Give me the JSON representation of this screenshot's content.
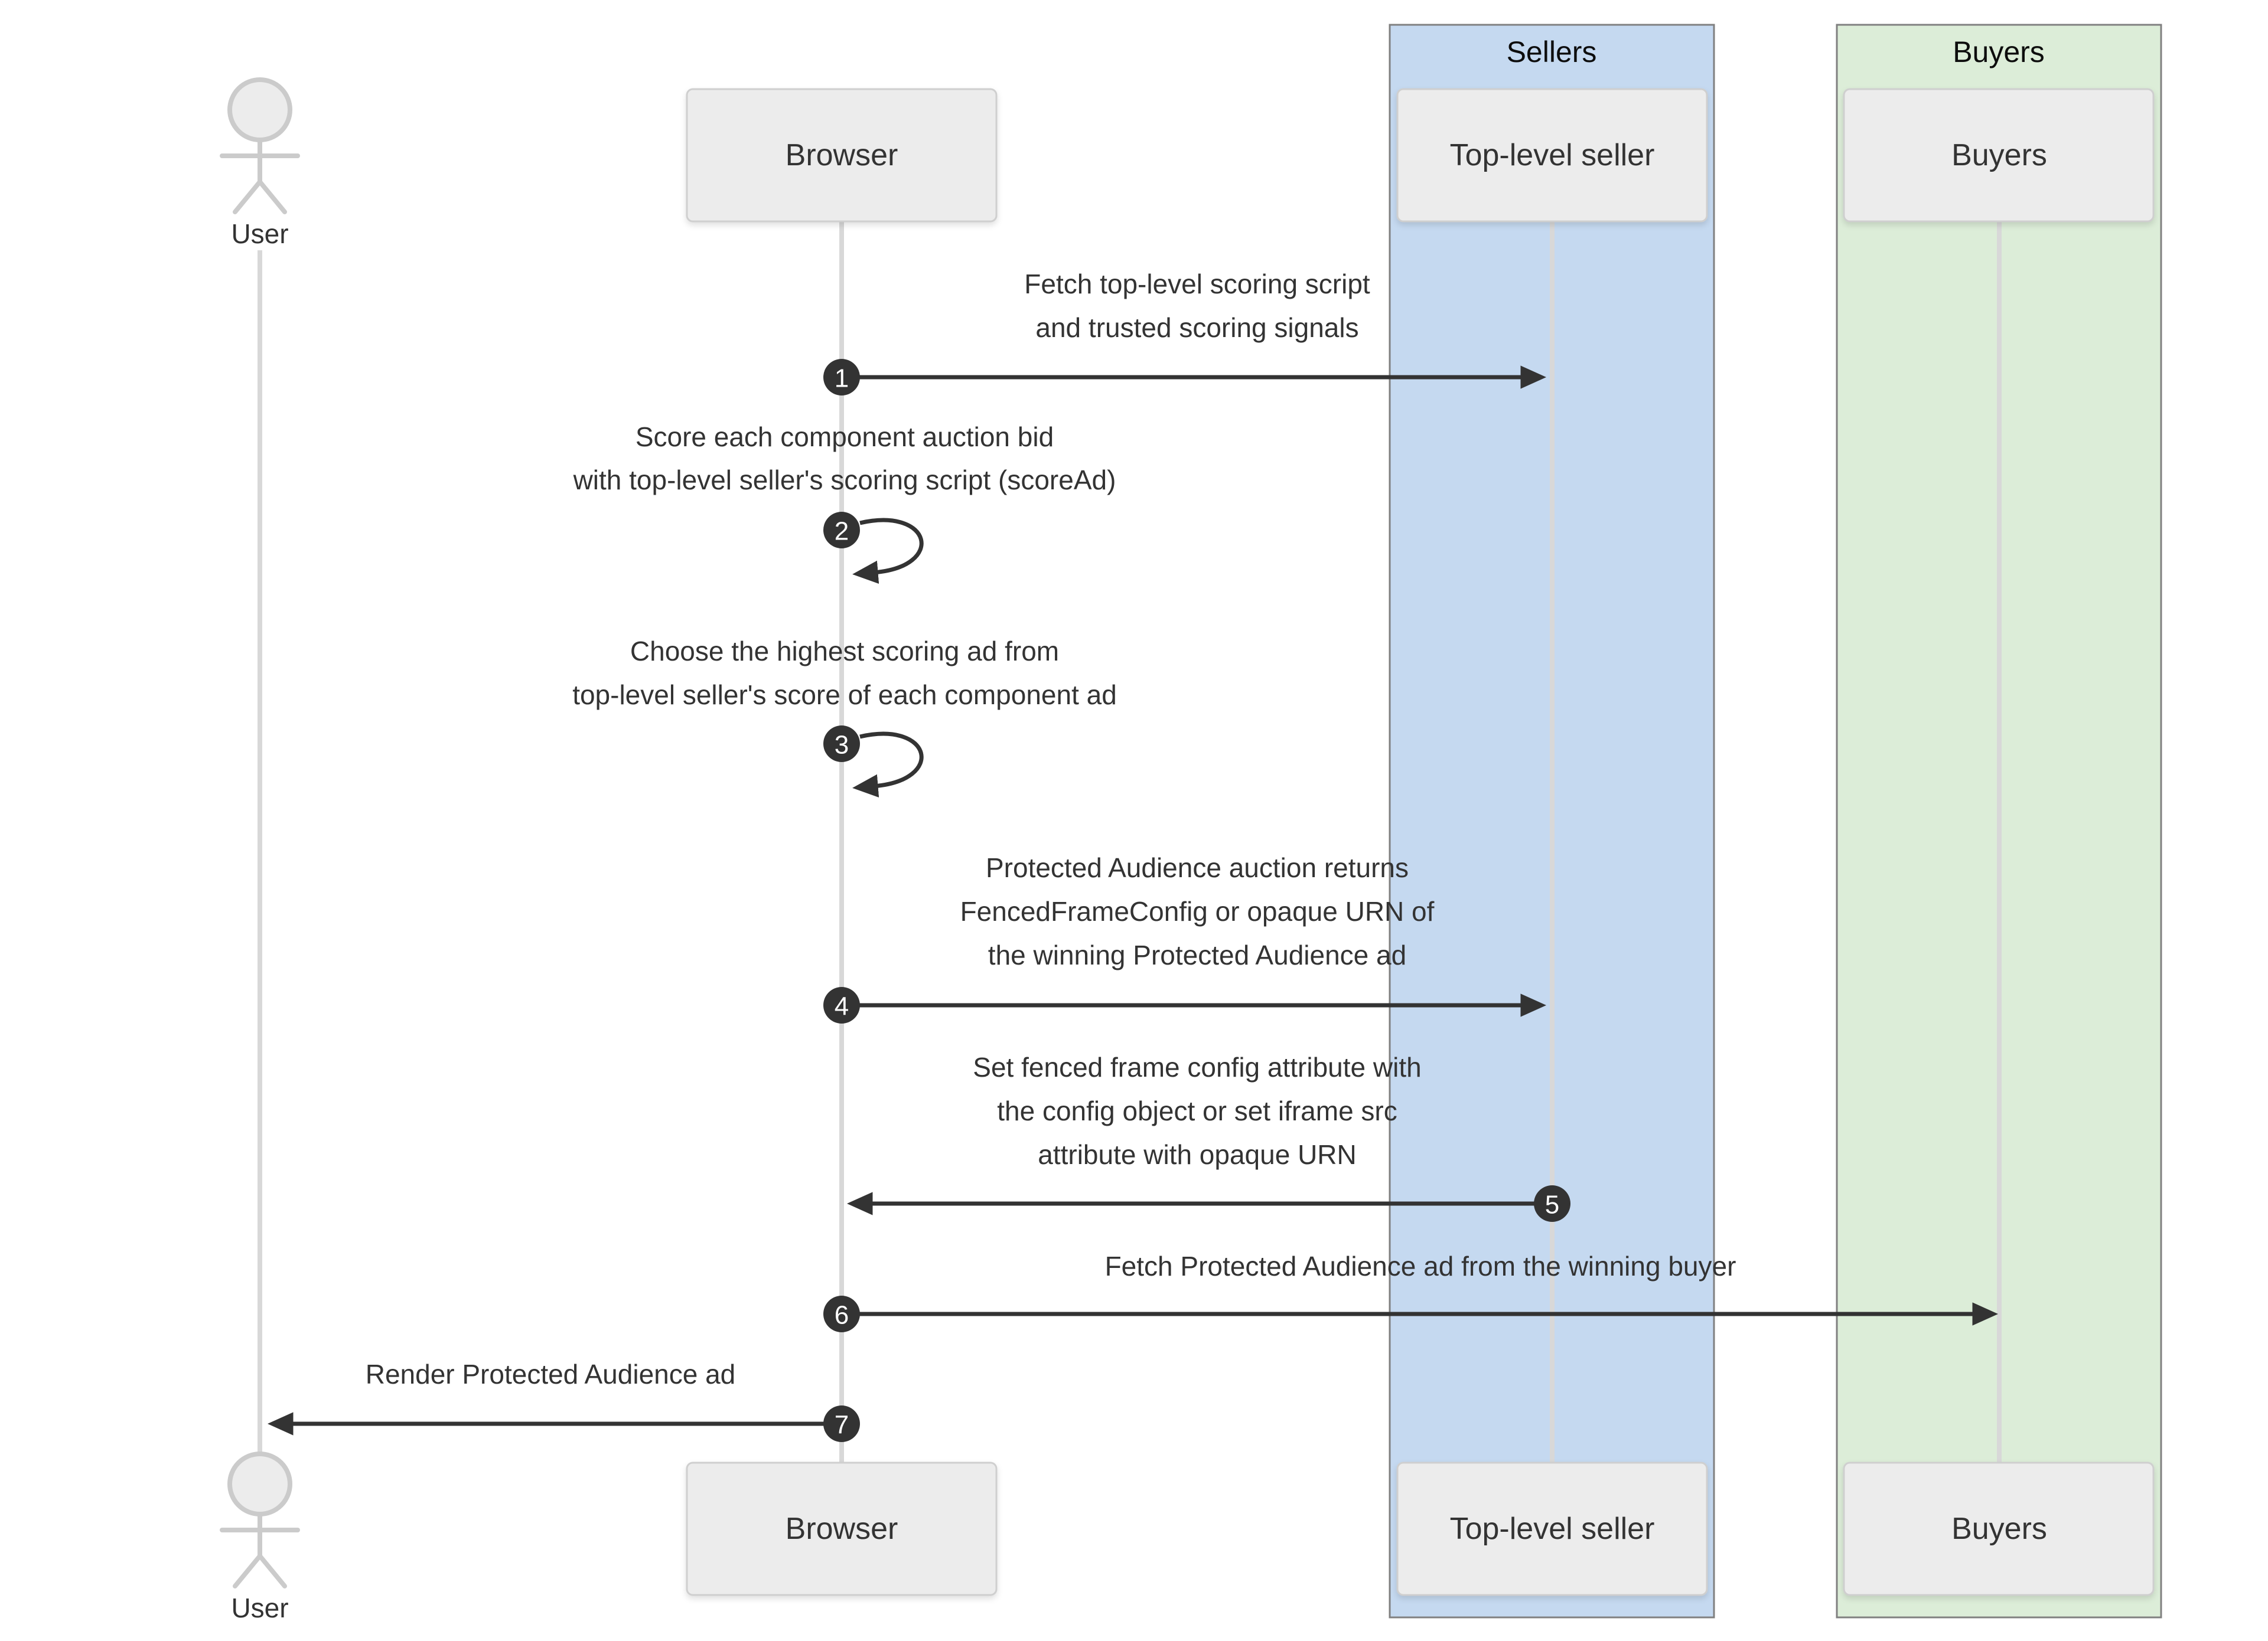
{
  "diagram": {
    "actors": {
      "user": {
        "label": "User"
      },
      "browser": {
        "label": "Browser"
      },
      "seller": {
        "label": "Top-level seller"
      },
      "buyer": {
        "label": "Buyers"
      }
    },
    "groups": {
      "sellers": {
        "label": "Sellers",
        "fill": "#c5d9f0"
      },
      "buyers": {
        "label": "Buyers",
        "fill": "#dcedd8"
      }
    },
    "colors": {
      "arrow": "#333333",
      "lifeline": "#d8d8d8",
      "participant_box_fill": "#ececec",
      "group_border": "#808080"
    },
    "messages": [
      {
        "num": "1",
        "from": "browser",
        "to": "seller",
        "lines": [
          "Fetch top-level scoring script",
          "and trusted scoring signals"
        ]
      },
      {
        "num": "2",
        "from": "browser",
        "to": "browser",
        "lines": [
          "Score each component auction bid",
          "with top-level seller's scoring script (scoreAd)"
        ]
      },
      {
        "num": "3",
        "from": "browser",
        "to": "browser",
        "lines": [
          "Choose the highest scoring ad from",
          "top-level seller's score of each component ad"
        ]
      },
      {
        "num": "4",
        "from": "browser",
        "to": "seller",
        "lines": [
          "Protected Audience auction returns",
          "FencedFrameConfig or opaque URN of",
          "the winning Protected Audience ad"
        ]
      },
      {
        "num": "5",
        "from": "seller",
        "to": "browser",
        "lines": [
          "Set fenced frame config attribute with",
          "the config object or set iframe src",
          "attribute with opaque URN"
        ]
      },
      {
        "num": "6",
        "from": "browser",
        "to": "buyer",
        "lines": [
          "Fetch Protected Audience ad from the winning buyer"
        ]
      },
      {
        "num": "7",
        "from": "browser",
        "to": "user",
        "lines": [
          "Render Protected Audience ad"
        ]
      }
    ]
  }
}
